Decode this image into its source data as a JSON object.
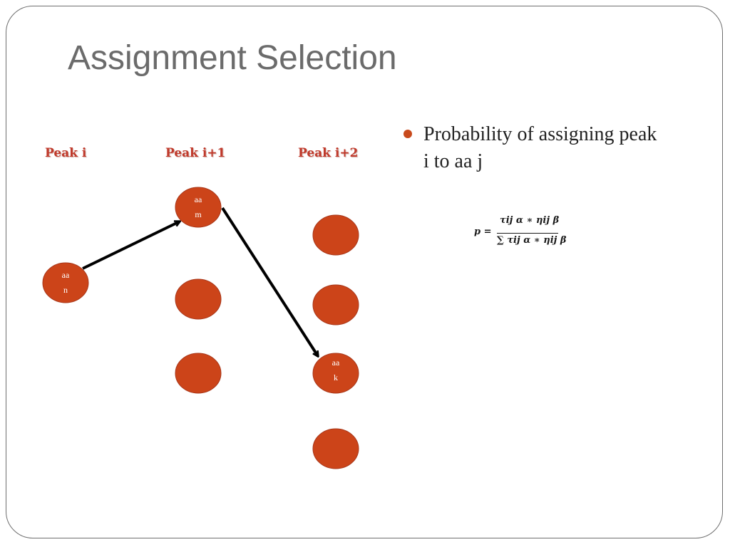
{
  "title": "Assignment Selection",
  "columns": [
    "Peak i",
    "Peak i+1",
    "Peak i+2"
  ],
  "nodes": {
    "aa_n": [
      "aa",
      "n"
    ],
    "aa_m": [
      "aa",
      "m"
    ],
    "aa_k": [
      "aa",
      "k"
    ]
  },
  "bullet": "Probability of assigning peak i to aa j",
  "formula": {
    "lhs": "p =",
    "numerator": "τij α ∗ ηij β",
    "denominator": "∑ τij α ∗ ηij β"
  },
  "colors": {
    "node": "#cc4419",
    "node_stroke": "#a8371a",
    "label": "#c0392b",
    "arrow": "#000000"
  }
}
